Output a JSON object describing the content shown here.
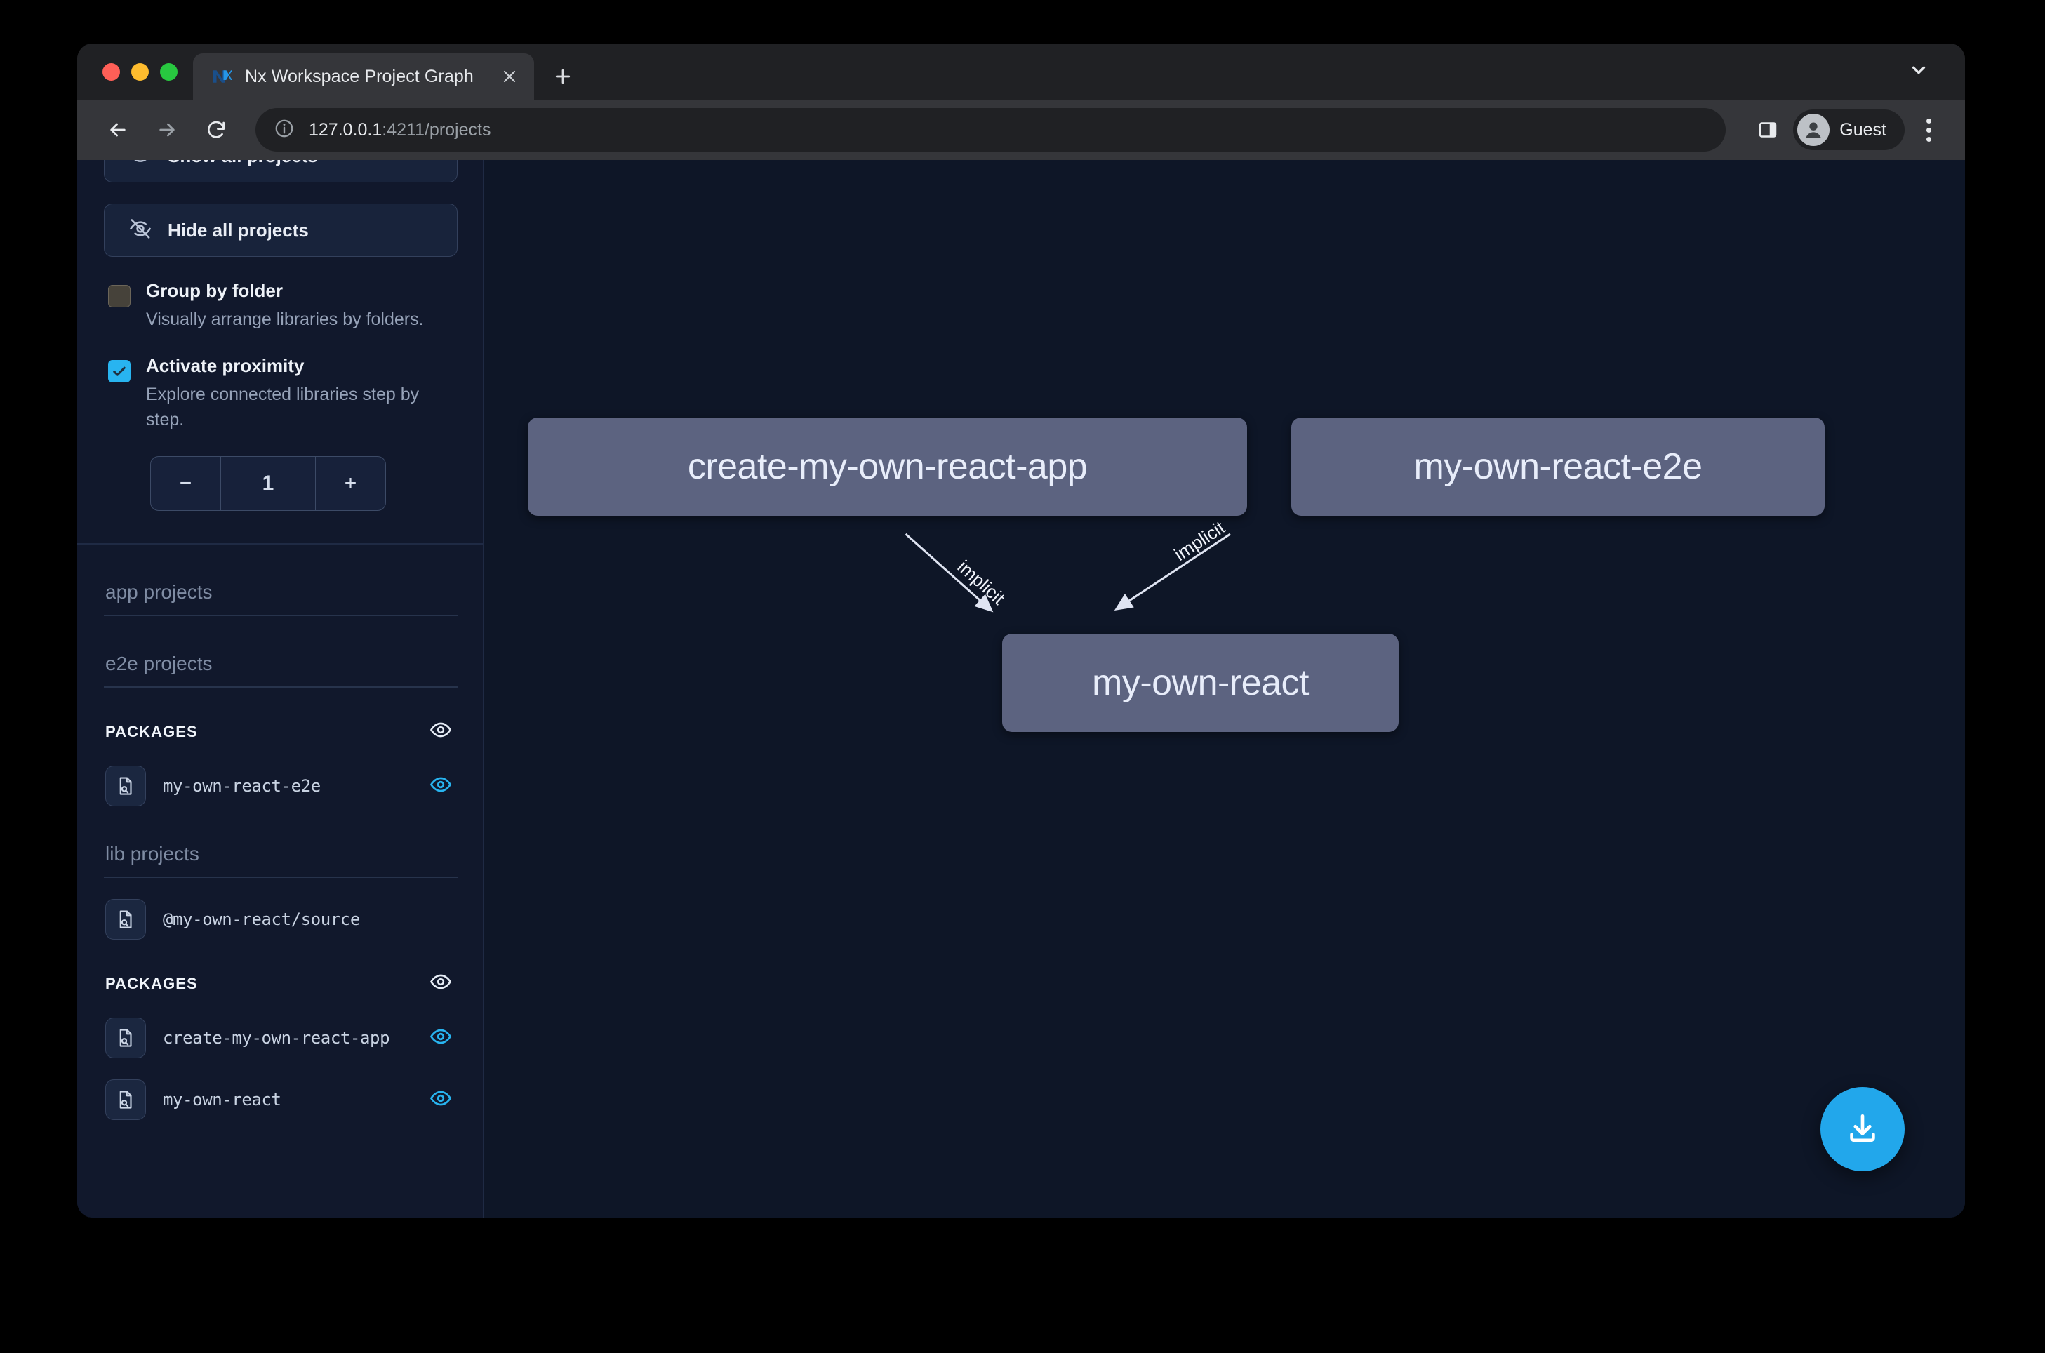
{
  "browser": {
    "tab": {
      "title": "Nx Workspace Project Graph",
      "favicon_icon": "nx-logo-icon",
      "close_icon": "close-icon"
    },
    "new_tab_icon": "plus-icon",
    "tab_search_icon": "chevron-down-icon",
    "nav": {
      "back_icon": "arrow-left-icon",
      "forward_icon": "arrow-right-icon",
      "reload_icon": "reload-icon"
    },
    "omnibox": {
      "info_icon": "info-circle-icon",
      "host": "127.0.0.1",
      "path": ":4211/projects"
    },
    "side_panel_icon": "side-panel-icon",
    "profile": {
      "avatar_icon": "user-avatar-icon",
      "name": "Guest"
    },
    "menu_icon": "kebab-menu-icon"
  },
  "sidebar": {
    "top_button_partial": {
      "label": "Show all projects",
      "icon": "eye-icon"
    },
    "hide_all_button": {
      "label": "Hide all projects",
      "icon": "eye-off-icon"
    },
    "options": [
      {
        "id": "group-by-folder",
        "title": "Group by folder",
        "description": "Visually arrange libraries by folders.",
        "checked": false
      },
      {
        "id": "activate-proximity",
        "title": "Activate proximity",
        "description": "Explore connected libraries step by step.",
        "checked": true
      }
    ],
    "stepper": {
      "minus_label": "−",
      "value": "1",
      "plus_label": "+"
    },
    "sections": [
      {
        "title": "app projects",
        "groups": []
      },
      {
        "title": "e2e projects",
        "groups": [
          {
            "label": "PACKAGES",
            "eye_icon": "eye-icon",
            "eye_active": false,
            "projects": [
              {
                "name": "my-own-react-e2e",
                "icon": "file-search-icon",
                "eye_icon": "eye-icon",
                "eye_active": true
              }
            ]
          }
        ]
      },
      {
        "title": "lib projects",
        "groups": [
          {
            "label": "",
            "eye_icon": "",
            "eye_active": false,
            "projects": [
              {
                "name": "@my-own-react/source",
                "icon": "file-search-icon",
                "eye_icon": "",
                "eye_active": false
              }
            ]
          },
          {
            "label": "PACKAGES",
            "eye_icon": "eye-icon",
            "eye_active": false,
            "projects": [
              {
                "name": "create-my-own-react-app",
                "icon": "file-search-icon",
                "eye_icon": "eye-icon",
                "eye_active": true
              },
              {
                "name": "my-own-react",
                "icon": "file-search-icon",
                "eye_icon": "eye-icon",
                "eye_active": true
              }
            ]
          }
        ]
      }
    ]
  },
  "graph": {
    "nodes": [
      {
        "id": "create-my-own-react-app",
        "label": "create-my-own-react-app"
      },
      {
        "id": "my-own-react-e2e",
        "label": "my-own-react-e2e"
      },
      {
        "id": "my-own-react",
        "label": "my-own-react"
      }
    ],
    "edges": [
      {
        "from": "create-my-own-react-app",
        "to": "my-own-react",
        "label": "implicit"
      },
      {
        "from": "my-own-react-e2e",
        "to": "my-own-react",
        "label": "implicit"
      }
    ]
  },
  "download_button": {
    "icon": "download-icon"
  },
  "colors": {
    "accent": "#28b4f0",
    "node_fill": "#5c6380",
    "page_bg": "#0e1627",
    "sidebar_bg": "#11182c"
  }
}
